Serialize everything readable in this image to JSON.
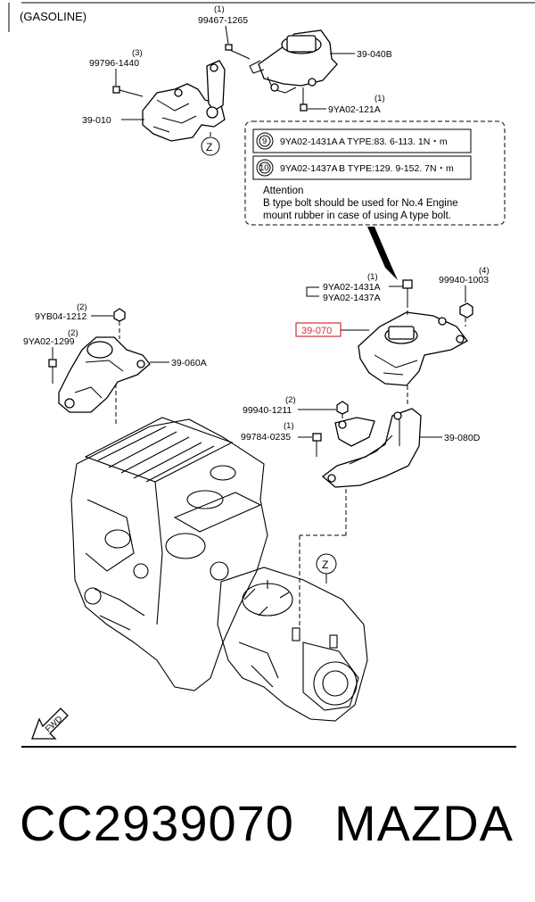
{
  "header": {
    "variant": "(GASOLINE)"
  },
  "callouts": {
    "bolt_99467": {
      "qty": "(1)",
      "code": "99467-1265"
    },
    "mount_39040b": {
      "code": "39-040B"
    },
    "bolt_99796": {
      "qty": "(3)",
      "code": "99796-1440"
    },
    "bracket_39010": {
      "code": "39-010"
    },
    "bolt_9ya02_121a": {
      "qty": "(1)",
      "code": "9YA02-121A"
    },
    "bolt_9ya02_1431a_top": {
      "qty": "(1)",
      "code_a": "9YA02-1431A",
      "code_b": "9YA02-1437A"
    },
    "bolt_99940_1003": {
      "qty": "(4)",
      "code": "99940-1003"
    },
    "mount_39070": {
      "code": "39-070"
    },
    "nut_9yb04": {
      "qty": "(2)",
      "code": "9YB04-1212"
    },
    "bolt_9ya02_1299": {
      "qty": "(2)",
      "code": "9YA02-1299"
    },
    "mount_39060a": {
      "code": "39-060A"
    },
    "nut_99940_1211": {
      "qty": "(2)",
      "code": "99940-1211"
    },
    "bolt_99784": {
      "qty": "(1)",
      "code": "99784-0235"
    },
    "bracket_39080d": {
      "code": "39-080D"
    },
    "ref_z_top": "Z",
    "ref_z_bottom": "Z",
    "fwd": "FWD"
  },
  "note_box": {
    "row1": {
      "index": "9",
      "code": "9YA02-1431A",
      "text": "A TYPE:83. 6-113. 1N・m"
    },
    "row2": {
      "index": "10",
      "code": "9YA02-1437A",
      "text": "B TYPE:129. 9-152. 7N・m"
    },
    "attention_title": "Attention",
    "attention_line1": "B type bolt should be used for No.4 Engine",
    "attention_line2": "mount rubber in case of using A type bolt."
  },
  "caption": {
    "part_number": "CC2939070",
    "brand": "MAZDA"
  },
  "colors": {
    "highlight": "#d32f3a",
    "ink": "#000000"
  }
}
